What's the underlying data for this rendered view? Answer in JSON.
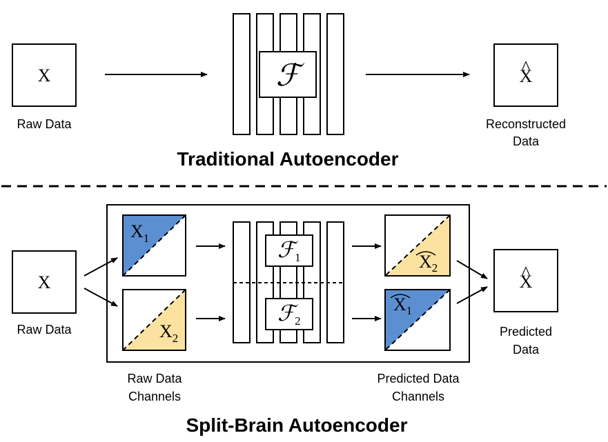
{
  "colors": {
    "blue": "#5b8fd1",
    "yellow": "#fbe2a0",
    "stroke": "#000000"
  },
  "traditional": {
    "title": "Traditional Autoencoder",
    "input_symbol": "X",
    "input_label": "Raw Data",
    "function_symbol": "ℱ",
    "output_symbol": "X",
    "output_hat": "^",
    "output_label_line1": "Reconstructed",
    "output_label_line2": "Data"
  },
  "split_brain": {
    "title": "Split-Brain Autoencoder",
    "input_symbol": "X",
    "input_label": "Raw Data",
    "x1_base": "X",
    "x1_sub": "1",
    "x2_base": "X",
    "x2_sub": "2",
    "f1_base": "ℱ",
    "f1_sub": "1",
    "f2_base": "ℱ",
    "f2_sub": "2",
    "x2hat_base": "X",
    "x2hat_sub": "2",
    "x1hat_base": "X",
    "x1hat_sub": "1",
    "output_symbol": "X",
    "output_hat": "^",
    "output_label_line1": "Predicted",
    "output_label_line2": "Data",
    "raw_channels_line1": "Raw Data",
    "raw_channels_line2": "Channels",
    "pred_channels_line1": "Predicted Data",
    "pred_channels_line2": "Channels"
  }
}
